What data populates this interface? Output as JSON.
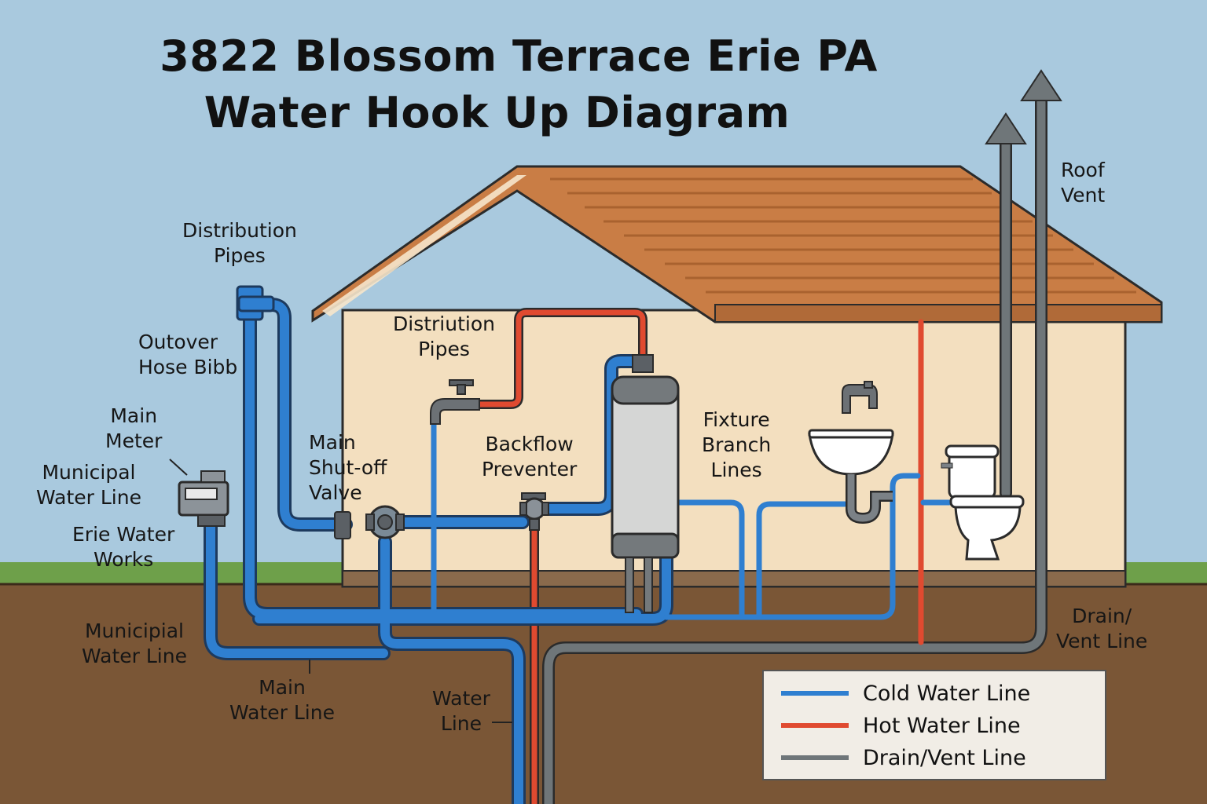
{
  "title": {
    "line1": "3822 Blossom Terrace Erie PA",
    "line2": "Water Hook Up Diagram"
  },
  "labels": {
    "distribution_pipes_left": [
      "Distribution",
      "Pipes"
    ],
    "outover_hose_bibb": [
      "Outover",
      "Hose Bibb"
    ],
    "main_meter": [
      "Main",
      "Meter"
    ],
    "municipal_water_line_top": [
      "Municipal",
      "Water Line"
    ],
    "erie_water_works": [
      "Erie Water",
      "Works"
    ],
    "municipal_water_line_bottom": [
      "Municipial",
      "Water Line"
    ],
    "main_water_line": [
      "Main",
      "Water Line"
    ],
    "main_shutoff_valve": [
      "Main",
      "Shut-off",
      "Valve"
    ],
    "distriution_pipes": [
      "Distriution",
      "Pipes"
    ],
    "backflow_preventer": [
      "Backflow",
      "Preventer"
    ],
    "fixture_branch_lines": [
      "Fixture",
      "Branch",
      "Lines"
    ],
    "roof_vent": [
      "Roof",
      "Vent"
    ],
    "drain_vent_line": [
      "Drain/",
      "Vent Line"
    ],
    "water_line": [
      "Water",
      "Line"
    ]
  },
  "legend": {
    "items": [
      {
        "label": "Cold Water Line",
        "color": "#2f7fd0"
      },
      {
        "label": "Hot Water Line",
        "color": "#e04a30"
      },
      {
        "label": "Drain/Vent Line",
        "color": "#6f7679"
      }
    ]
  },
  "colors": {
    "sky": "#a9c9de",
    "ground": "#7a5636",
    "grass": "#6ea04a",
    "wall": "#f3dfbf",
    "roof": "#c97d45",
    "cold": "#2f7fd0",
    "hot": "#e04a30",
    "drain": "#6f7679"
  }
}
